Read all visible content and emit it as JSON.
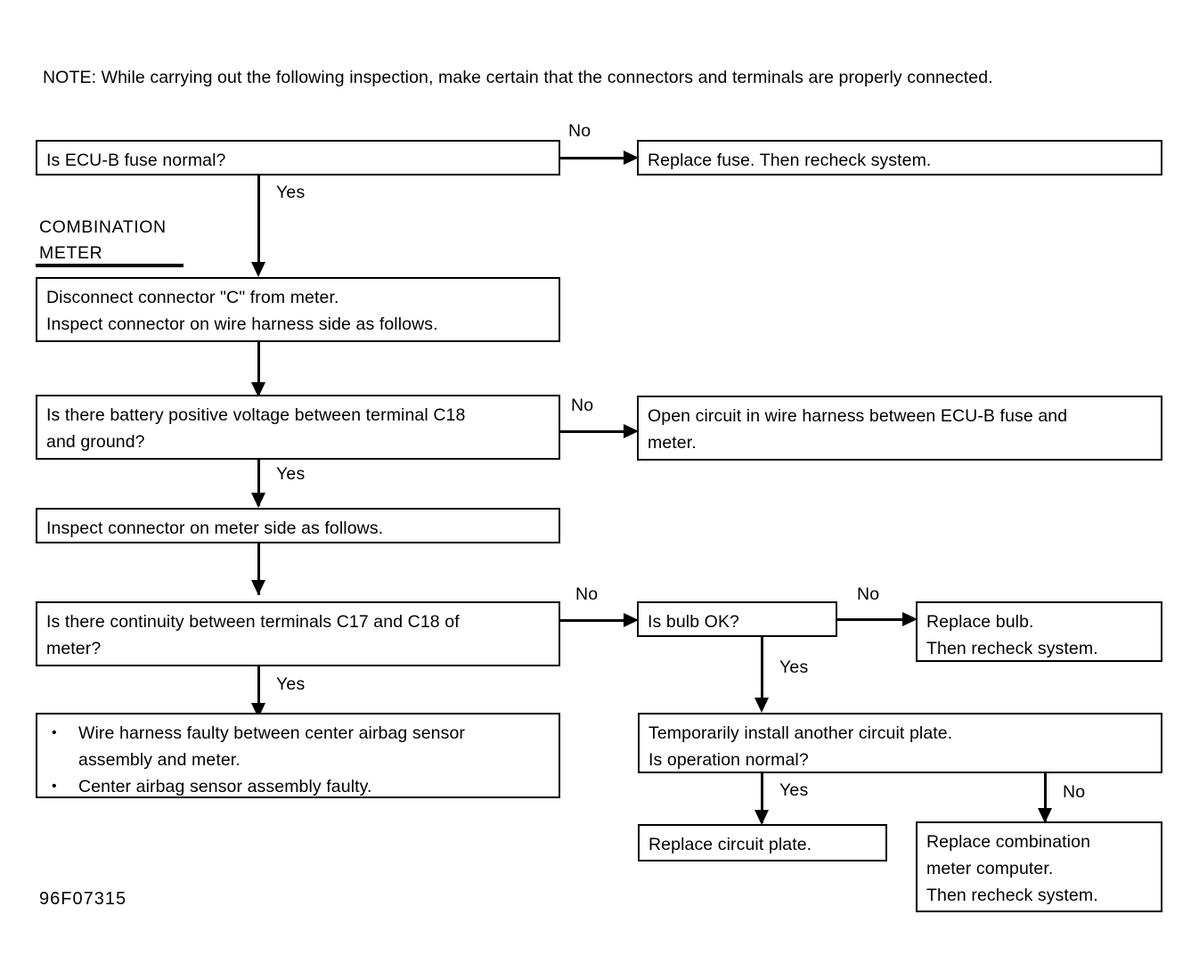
{
  "figure": {
    "code": "96F07315",
    "note_label": "NOTE:",
    "note_text": "While carrying out the following inspection, make certain that the connectors and terminals are properly connected.",
    "note_full": "NOTE:  While carrying out the following inspection, make certain that the connectors and terminals are properly connected.",
    "section_label_line1": "COMBINATION",
    "section_label_line2": "METER",
    "ink_color": "#000000",
    "background_color": "#ffffff"
  },
  "nodes": {
    "fuse_check": {
      "line1": "Is ECU-B fuse normal?"
    },
    "replace_fuse": {
      "line1": "Replace fuse. Then recheck system."
    },
    "disconnect": {
      "line1": "Disconnect connector \"C\" from meter.",
      "line2": "Inspect connector on wire harness side as follows."
    },
    "voltage_check": {
      "line1": "Is there battery positive voltage between terminal C18",
      "line2": "and ground?"
    },
    "open_circuit": {
      "line1": "Open circuit in wire harness between ECU-B fuse and",
      "line2": "meter."
    },
    "inspect_meter_side": {
      "line1": "Inspect connector on meter side as follows."
    },
    "continuity_check": {
      "line1": "Is there continuity between terminals C17 and C18 of",
      "line2": "meter?"
    },
    "bulb_check": {
      "line1": "Is bulb OK?"
    },
    "replace_bulb": {
      "line1": "Replace bulb.",
      "line2": "Then recheck system."
    },
    "faulty_result": {
      "bullet1_line1": "Wire harness faulty between center airbag sensor",
      "bullet1_line2": "assembly  and meter.",
      "bullet2_line1": "Center airbag sensor assembly faulty."
    },
    "circuit_plate_check": {
      "line1": "Temporarily install another circuit plate.",
      "line2": "Is operation normal?"
    },
    "replace_circuit_plate": {
      "line1": "Replace circuit plate."
    },
    "replace_meter_computer": {
      "line1": "Replace combination",
      "line2": "meter computer.",
      "line3": "Then recheck system."
    }
  },
  "edges": {
    "fuse_no": "No",
    "fuse_yes": "Yes",
    "voltage_no": "No",
    "voltage_yes": "Yes",
    "continuity_no": "No",
    "continuity_yes": "Yes",
    "bulb_no": "No",
    "bulb_yes": "Yes",
    "plate_yes": "Yes",
    "plate_no": "No"
  }
}
